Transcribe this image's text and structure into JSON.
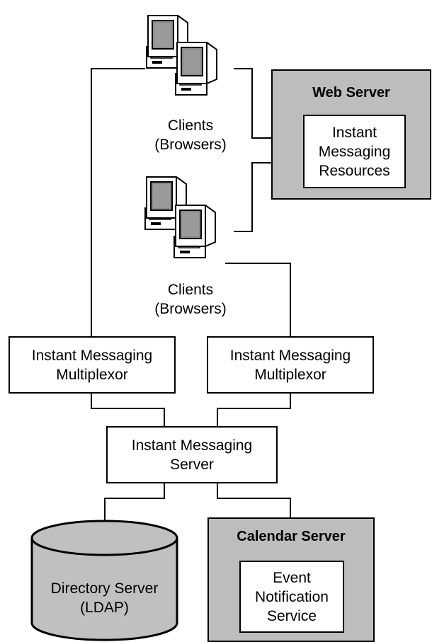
{
  "nodes": {
    "web_server": {
      "title": "Web Server",
      "im_resources": "Instant\nMessaging\nResources"
    },
    "clients_top": "Clients\n(Browsers)",
    "clients_bottom": "Clients\n(Browsers)",
    "multiplexor_left": "Instant Messaging\nMultiplexor",
    "multiplexor_right": "Instant Messaging\nMultiplexor",
    "im_server": "Instant Messaging\nServer",
    "directory_server": "Directory Server\n(LDAP)",
    "calendar_server": {
      "title": "Calendar Server",
      "event_notification": "Event\nNotification\nService"
    }
  },
  "colors": {
    "panel_grey": "#bdbdbd",
    "cylinder_grey": "#c0c0c0",
    "screen_grey": "#888888",
    "line": "#000000"
  },
  "icons": [
    "computer-icon"
  ]
}
